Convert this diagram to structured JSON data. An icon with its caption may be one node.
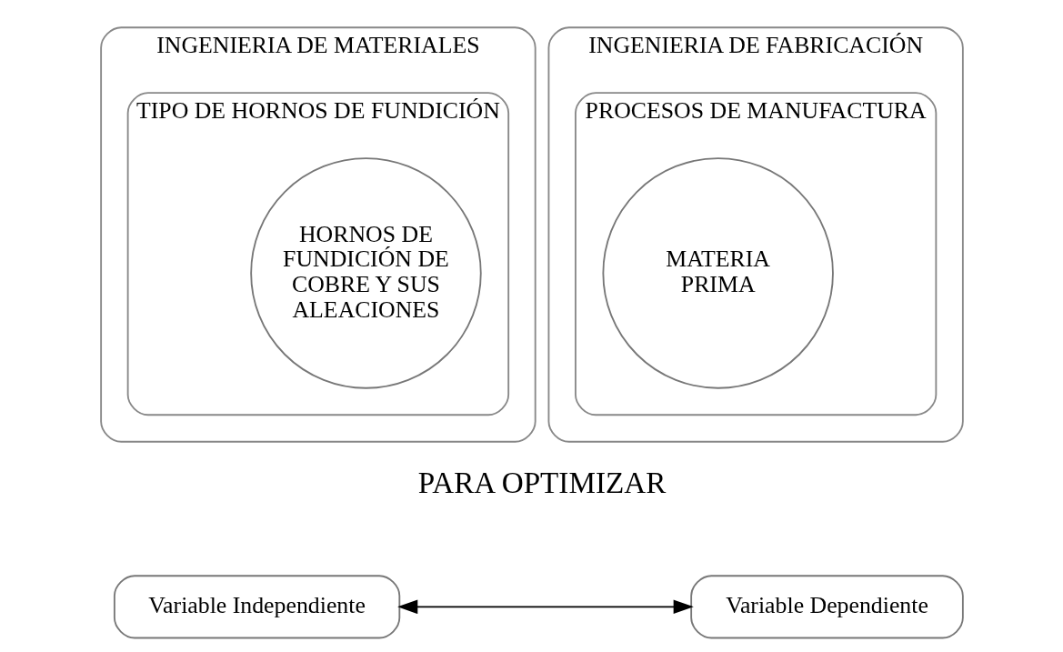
{
  "diagram": {
    "nodes": [
      {
        "text": [
          "INGENIERIA DE MATERIALES"
        ]
      },
      {
        "text": [
          "TIPO DE HORNOS DE FUNDICIÓN"
        ],
        "in": 0
      },
      {
        "text": [
          "HORNOS DE FUNDICIÓN DE COBRE Y SUS ALEACIONES"
        ],
        "in": 1
      },
      {
        "text": [
          "INGENIERIA DE FABRICACIÓN"
        ]
      },
      {
        "text": [
          "PROCESOS DE MANUFACTURA"
        ],
        "in": 3
      },
      {
        "text": [
          "MATERIA PRIMA"
        ],
        "in": 4
      },
      {
        "text": [
          "Variable Independiente"
        ]
      },
      {
        "text": [
          "Variable Dependiente"
        ]
      }
    ],
    "edges": [
      {
        "from": 6,
        "to": 7,
        "arrow": "both"
      }
    ],
    "labels": [
      "PARA OPTIMIZAR"
    ]
  }
}
